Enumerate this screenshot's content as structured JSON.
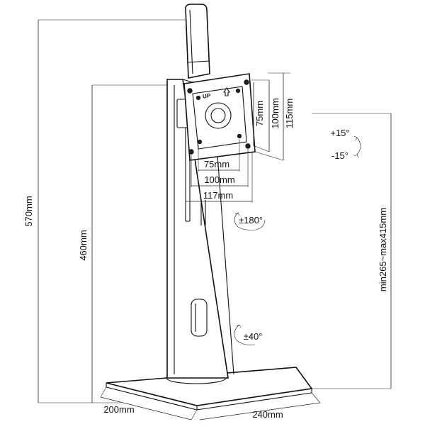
{
  "dimensions": {
    "total_height": "570mm",
    "pole_height": "460mm",
    "height_range": "min265~max415mm",
    "base_depth": "200mm",
    "base_width": "240mm",
    "vesa_75_vertical": "75mm",
    "vesa_100_vertical": "100mm",
    "plate_height": "115mm",
    "vesa_75_horizontal": "75mm",
    "vesa_100_horizontal": "100mm",
    "plate_width": "117mm"
  },
  "rotation": {
    "tilt_up": "+15°",
    "tilt_down": "-15°",
    "rotate": "±180°",
    "swivel": "±40°"
  },
  "plate_mark": "UP"
}
